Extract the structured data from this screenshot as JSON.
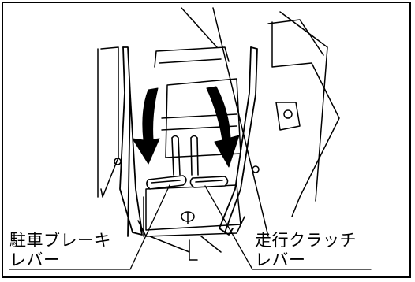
{
  "labels": {
    "parking_brake_lever": [
      "駐車ブレーキ",
      "レバー"
    ],
    "travel_clutch_lever": [
      "走行クラッチ",
      "レバー"
    ]
  },
  "colors": {
    "line": "#000000",
    "background": "#ffffff"
  },
  "icons": [
    "down-arrow-icon",
    "down-arrow-icon"
  ]
}
